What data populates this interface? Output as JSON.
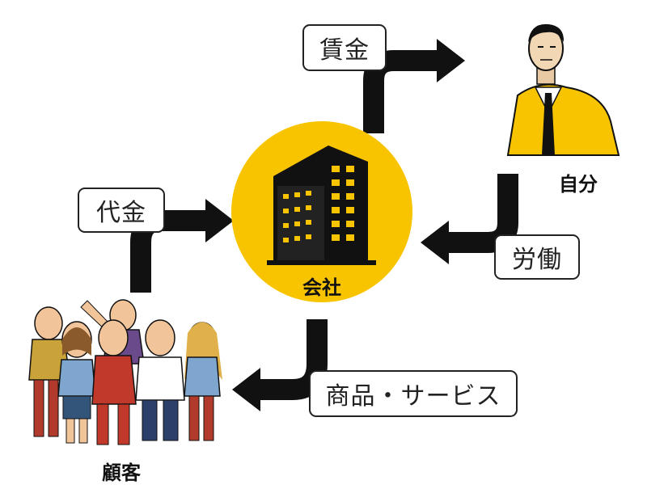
{
  "nodes": {
    "company": "会社",
    "self": "自分",
    "customers": "顧客"
  },
  "flows": {
    "wage": "賃金",
    "labor": "労働",
    "payment": "代金",
    "goods_services": "商品・サービス"
  },
  "colors": {
    "accent_yellow": "#f8c400",
    "arrow": "#111111",
    "outline": "#222222"
  },
  "icons": {
    "company": "office-building-icon",
    "self": "businessman-icon",
    "customers": "people-group-icon"
  }
}
